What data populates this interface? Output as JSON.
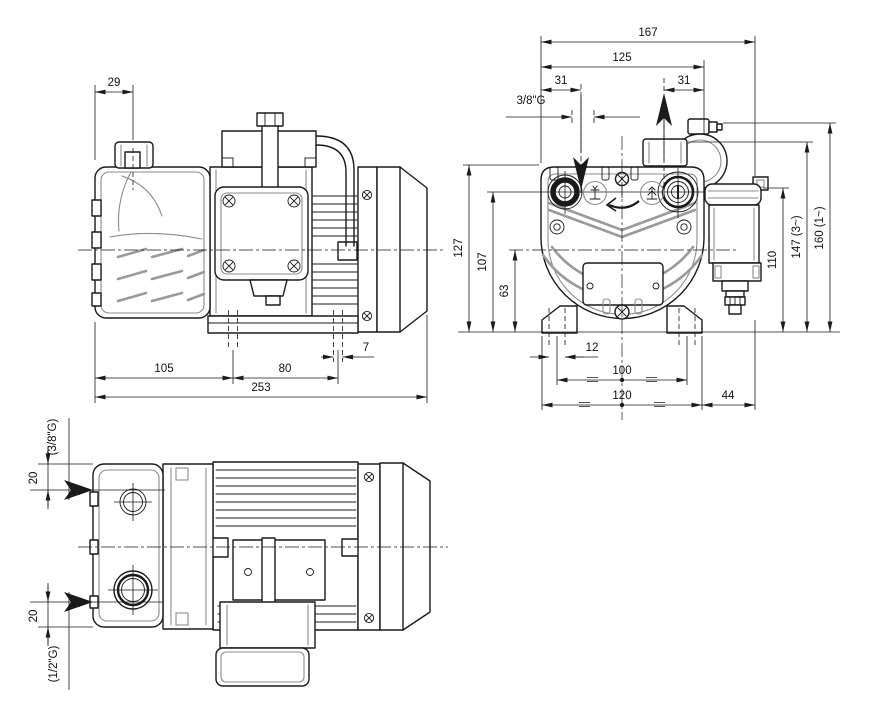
{
  "side": {
    "cap_offset": "29",
    "foot_left": "105",
    "foot_span": "80",
    "slot_width": "7",
    "overall_length": "253"
  },
  "front": {
    "overall_width": "167",
    "body_width": "125",
    "inlet_offset": "31",
    "outlet_offset": "31",
    "inlet_thread": "3/8\"G",
    "body_height": "127",
    "port_height": "107",
    "axis_height": "63",
    "box_height": "110",
    "height_3ph": "147 (3~)",
    "height_1ph": "160 (1~)",
    "slot_width": "12",
    "hole_spacing": "100",
    "foot_width": "120",
    "box_offset": "44"
  },
  "plan": {
    "top_port_thread": "(3/8\"G)",
    "top_port_offset": "20",
    "bottom_port_offset": "20",
    "bottom_port_thread": "(1/2\"G)"
  }
}
